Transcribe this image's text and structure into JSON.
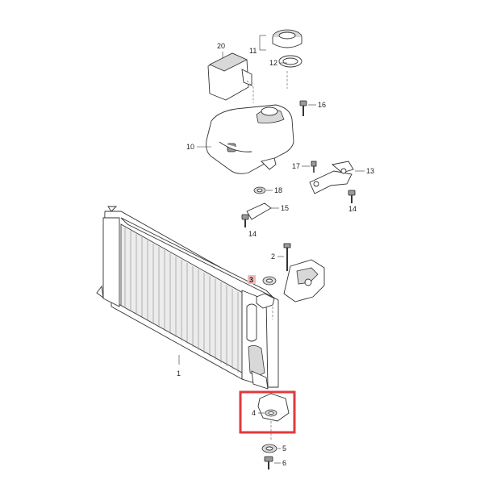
{
  "diagram": {
    "callouts": [
      {
        "id": "c1",
        "label": "1"
      },
      {
        "id": "c2",
        "label": "2"
      },
      {
        "id": "c3",
        "label": "3",
        "highlighted": true
      },
      {
        "id": "c4",
        "label": "4"
      },
      {
        "id": "c5",
        "label": "5"
      },
      {
        "id": "c6",
        "label": "6"
      },
      {
        "id": "c10",
        "label": "10"
      },
      {
        "id": "c11",
        "label": "11"
      },
      {
        "id": "c12",
        "label": "12"
      },
      {
        "id": "c13",
        "label": "13"
      },
      {
        "id": "c14a",
        "label": "14"
      },
      {
        "id": "c14b",
        "label": "14"
      },
      {
        "id": "c15",
        "label": "15"
      },
      {
        "id": "c16",
        "label": "16"
      },
      {
        "id": "c17",
        "label": "17"
      },
      {
        "id": "c18",
        "label": "18"
      },
      {
        "id": "c20",
        "label": "20"
      }
    ],
    "highlight_color": "#e0393e",
    "highlight_label_bg": "#f2b8b8",
    "line_color": "#333333"
  }
}
